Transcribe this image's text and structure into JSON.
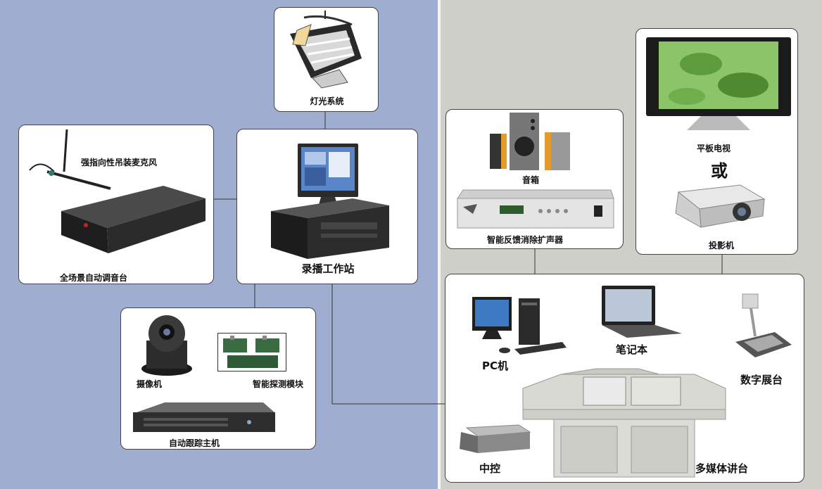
{
  "labels": {
    "lighting": "灯光系统",
    "mic": "强指向性吊装麦克风",
    "mixer": "全场景自动调音台",
    "workstation": "录播工作站",
    "camera": "摄像机",
    "detector": "智能探测模块",
    "tracker": "自动跟踪主机",
    "speaker": "音箱",
    "amplifier": "智能反馈消除扩声器",
    "tv": "平板电视",
    "or": "或",
    "projector": "投影机",
    "pc": "PC机",
    "laptop": "笔记本",
    "visualizer": "数字展台",
    "controller": "中控",
    "podium": "多媒体讲台"
  },
  "colors": {
    "left_bg": "#9fadd1",
    "right_bg": "#cfcfc9",
    "box_bg": "#ffffff",
    "line": "#333333"
  },
  "icons": [
    "light-icon",
    "mic-icon",
    "mixer-icon",
    "monitor-icon",
    "computer-icon",
    "camera-icon",
    "module-icon",
    "tracker-icon",
    "speaker-icon",
    "amplifier-icon",
    "tv-icon",
    "projector-icon",
    "pc-icon",
    "laptop-icon",
    "visualizer-icon",
    "controller-icon",
    "podium-icon"
  ]
}
